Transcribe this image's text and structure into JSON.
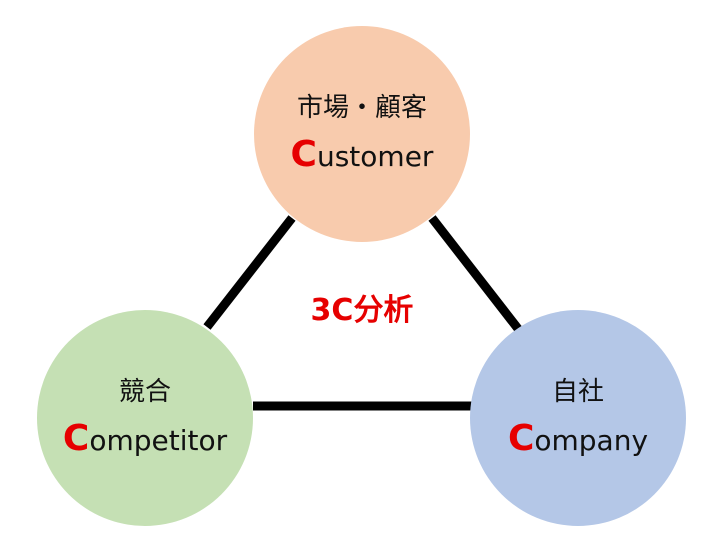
{
  "title": "3C分析",
  "accent_color": "#e60000",
  "nodes": {
    "customer": {
      "ja": "市場・顧客",
      "initial": "C",
      "rest": "ustomer",
      "fill": "#f8cbad"
    },
    "competitor": {
      "ja": "競合",
      "initial": "C",
      "rest": "ompetitor",
      "fill": "#c5e0b4"
    },
    "company": {
      "ja": "自社",
      "initial": "C",
      "rest": "ompany",
      "fill": "#b4c7e7"
    }
  },
  "connector_color": "#000000"
}
